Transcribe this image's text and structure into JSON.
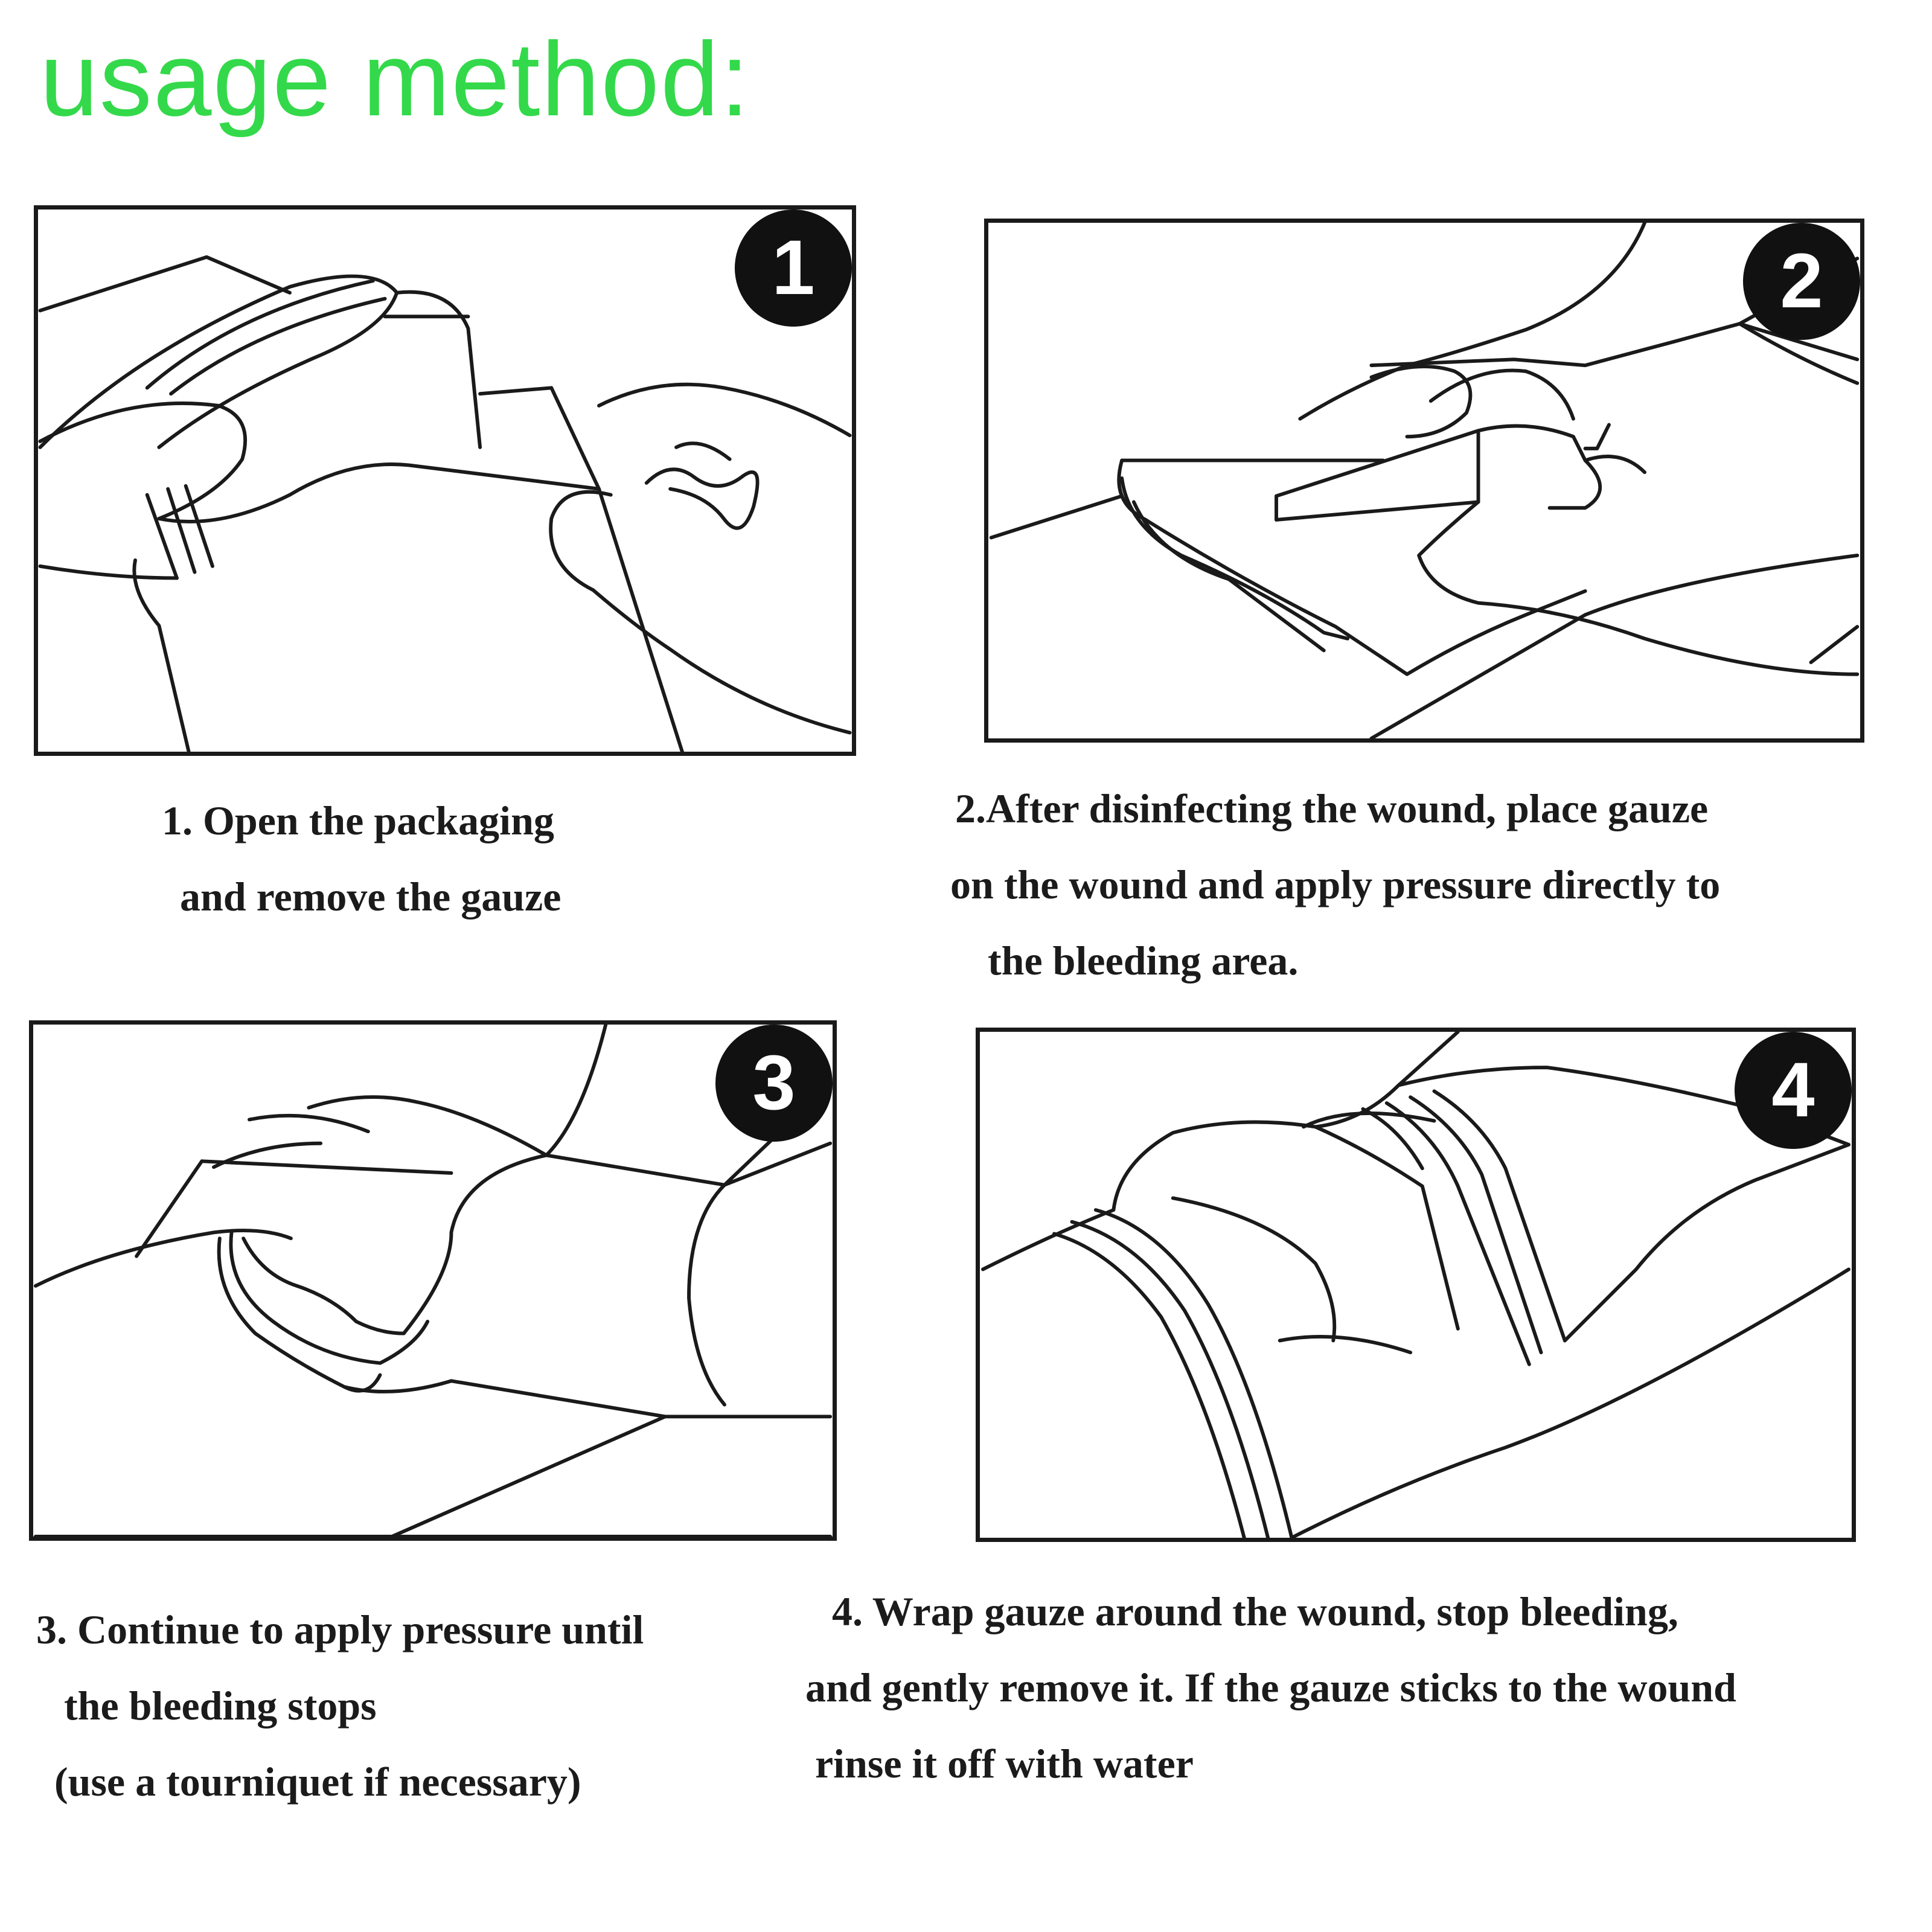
{
  "page": {
    "title": "usage method:",
    "accent_color": "#33d94a"
  },
  "steps": [
    {
      "number": "1",
      "lines": [
        "1. Open the packaging",
        "and remove the gauze"
      ]
    },
    {
      "number": "2",
      "lines": [
        "2.After disinfecting the wound, place gauze",
        "on the wound and apply pressure directly to",
        "the bleeding area."
      ]
    },
    {
      "number": "3",
      "lines": [
        "3. Continue to apply pressure until",
        "the bleeding stops",
        "(use a tourniquet if necessary)"
      ]
    },
    {
      "number": "4",
      "lines": [
        "4. Wrap gauze around the wound, stop bleeding,",
        "and gently remove it. If the gauze sticks to the wound",
        "rinse it off with water"
      ]
    }
  ],
  "icons": {
    "panel_1": "open-package-illustration",
    "panel_2": "apply-gauze-pressure-illustration",
    "panel_3": "hold-pressure-illustration",
    "panel_4": "wrap-bandage-illustration"
  }
}
